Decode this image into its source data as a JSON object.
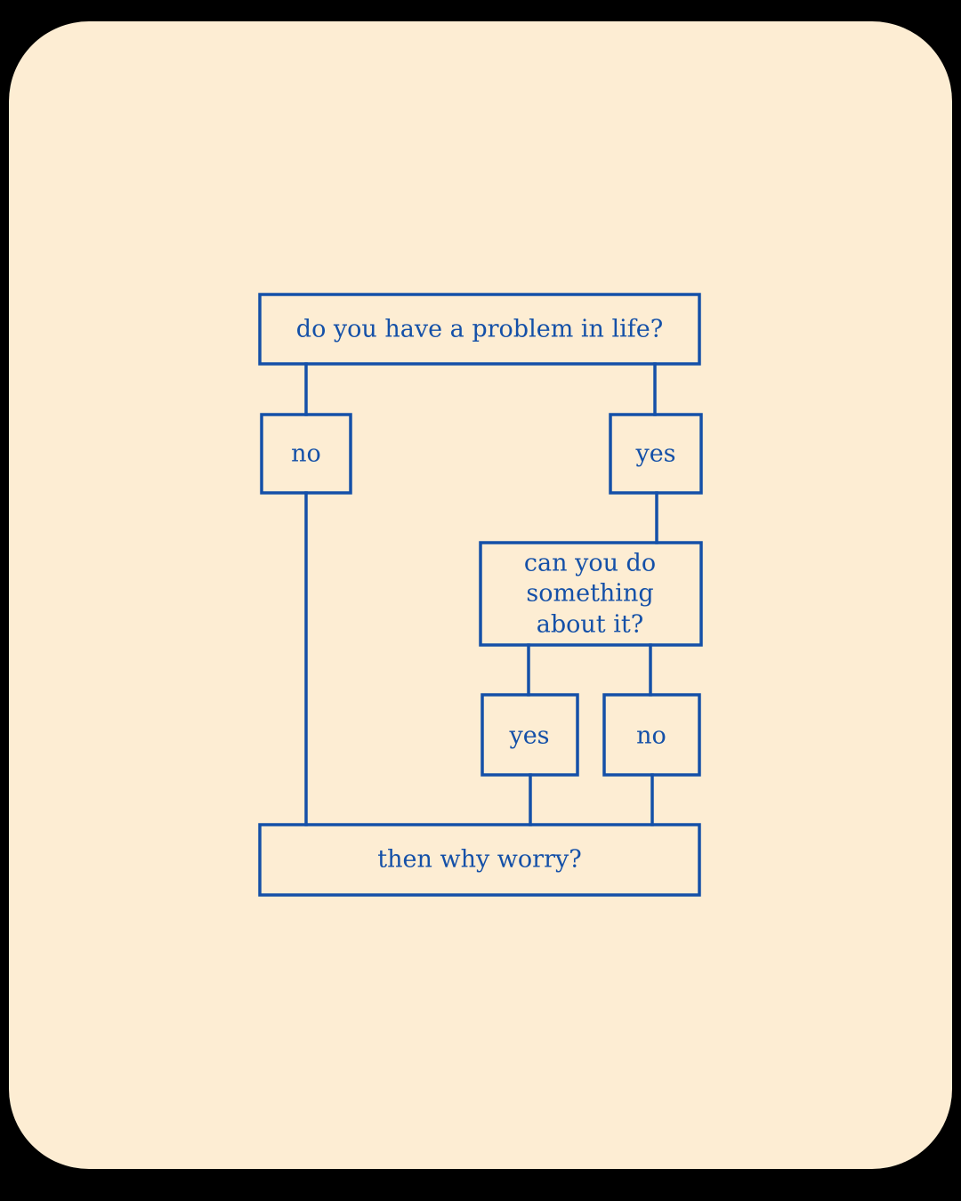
{
  "colors": {
    "background": "#000000",
    "card": "#FDEDD3",
    "ink": "#1450A8"
  },
  "flowchart": {
    "question_1": "do you have a problem in life?",
    "answer_no_1": "no",
    "answer_yes_1": "yes",
    "question_2_lines": [
      "can you do",
      "something",
      "about it?"
    ],
    "answer_yes_2": "yes",
    "answer_no_2": "no",
    "conclusion": "then why worry?"
  }
}
